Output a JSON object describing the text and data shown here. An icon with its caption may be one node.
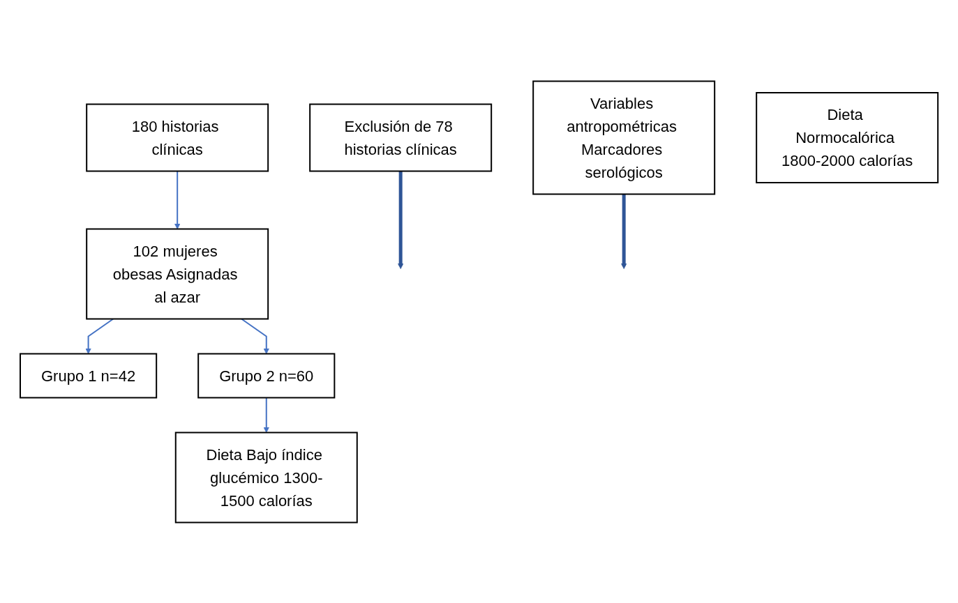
{
  "diagram": {
    "nodes": [
      {
        "text": [
          "180 historias clínicas"
        ]
      },
      {
        "text": [
          "Exclusión de 78 historias clínicas"
        ]
      },
      {
        "text": [
          "102 mujeres obesas Asignadas al azar"
        ]
      },
      {
        "text": [
          "Variables antropométricas Marcadores serológicos"
        ]
      },
      {
        "text": [
          "Grupo 1 n=42"
        ]
      },
      {
        "text": [
          "Grupo 2 n=60"
        ]
      },
      {
        "text": [
          "Dieta Normocalórica 1800-2000 calorías"
        ]
      },
      {
        "text": [
          "Dieta Bajo índice glucémico 1300-1500 calorías"
        ]
      }
    ],
    "edges": [
      {
        "from": 0,
        "to": 2,
        "arrow": "to"
      },
      {
        "from": 1,
        "to": null,
        "arrow": "to",
        "style": "thick",
        "color": "#2f5597"
      },
      {
        "from": 3,
        "to": null,
        "arrow": "to",
        "style": "thick",
        "color": "#2f5597"
      },
      {
        "from": 2,
        "to": 4,
        "arrow": "to"
      },
      {
        "from": 2,
        "to": 5,
        "arrow": "to"
      },
      {
        "from": 5,
        "to": 7,
        "arrow": "to"
      }
    ]
  }
}
